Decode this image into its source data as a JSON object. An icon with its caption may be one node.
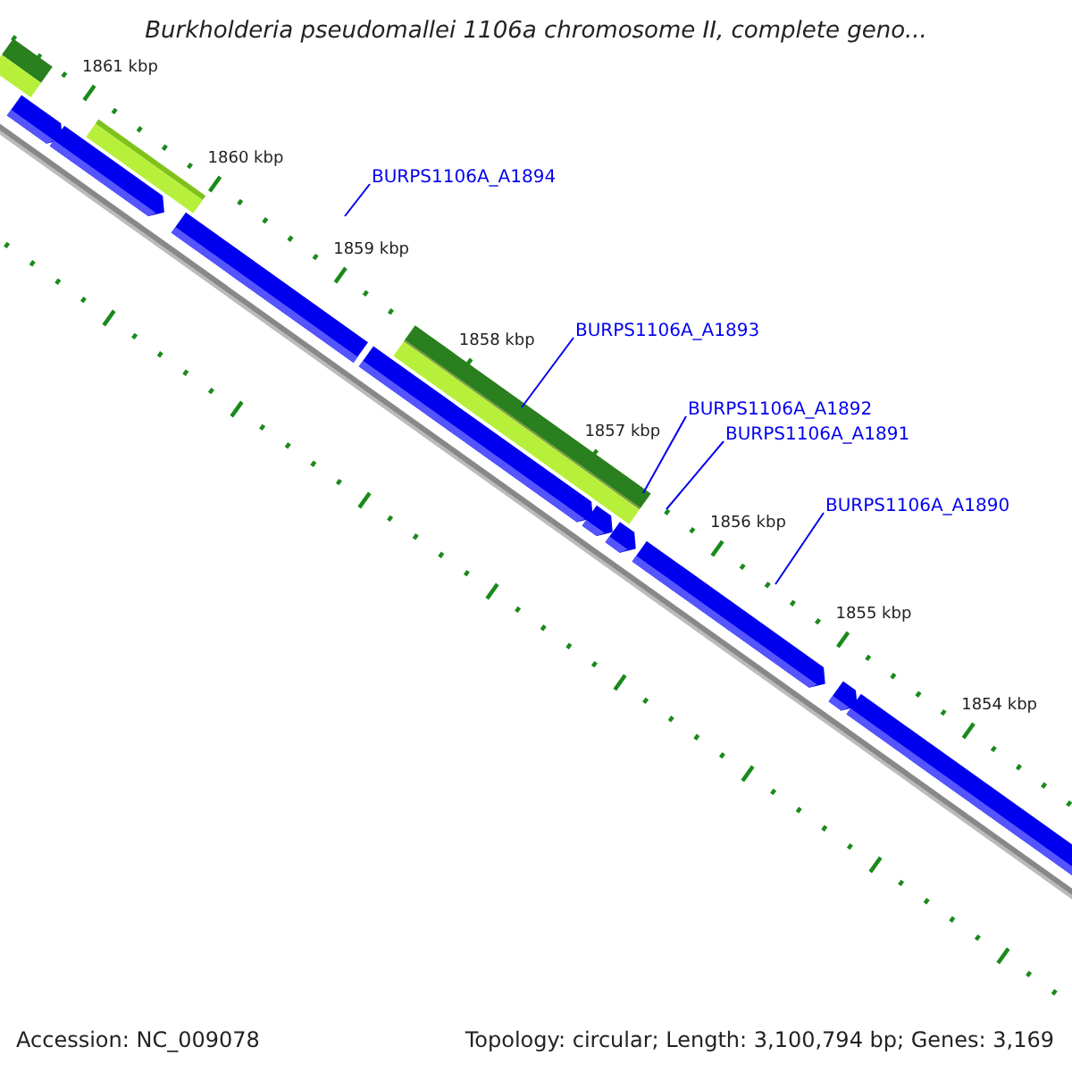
{
  "diagram": {
    "title": "Burkholderia pseudomallei 1106a chromosome II, complete geno...",
    "nodes": [
      {
        "text": [
          "BURPS1106A_A1894"
        ]
      },
      {
        "text": [
          "BURPS1106A_A1893"
        ]
      },
      {
        "text": [
          "BURPS1106A_A1892"
        ]
      },
      {
        "text": [
          "BURPS1106A_A1891"
        ]
      },
      {
        "text": [
          "BURPS1106A_A1890"
        ]
      }
    ],
    "edges": [
      {
        "from": 0,
        "to": null,
        "arrow": "none"
      },
      {
        "from": 1,
        "to": null,
        "arrow": "none"
      },
      {
        "from": 2,
        "to": null,
        "arrow": "none"
      },
      {
        "from": 3,
        "to": null,
        "arrow": "none"
      },
      {
        "from": 4,
        "to": null,
        "arrow": "none"
      }
    ],
    "labels": [
      "1861 kbp",
      "1860 kbp",
      "1859 kbp",
      "1858 kbp",
      "1857 kbp",
      "1856 kbp",
      "1855 kbp",
      "1854 kbp",
      "Accession: NC_009078",
      "Topology: circular; Length: 3,100,794 bp; Genes: 3,169"
    ]
  }
}
